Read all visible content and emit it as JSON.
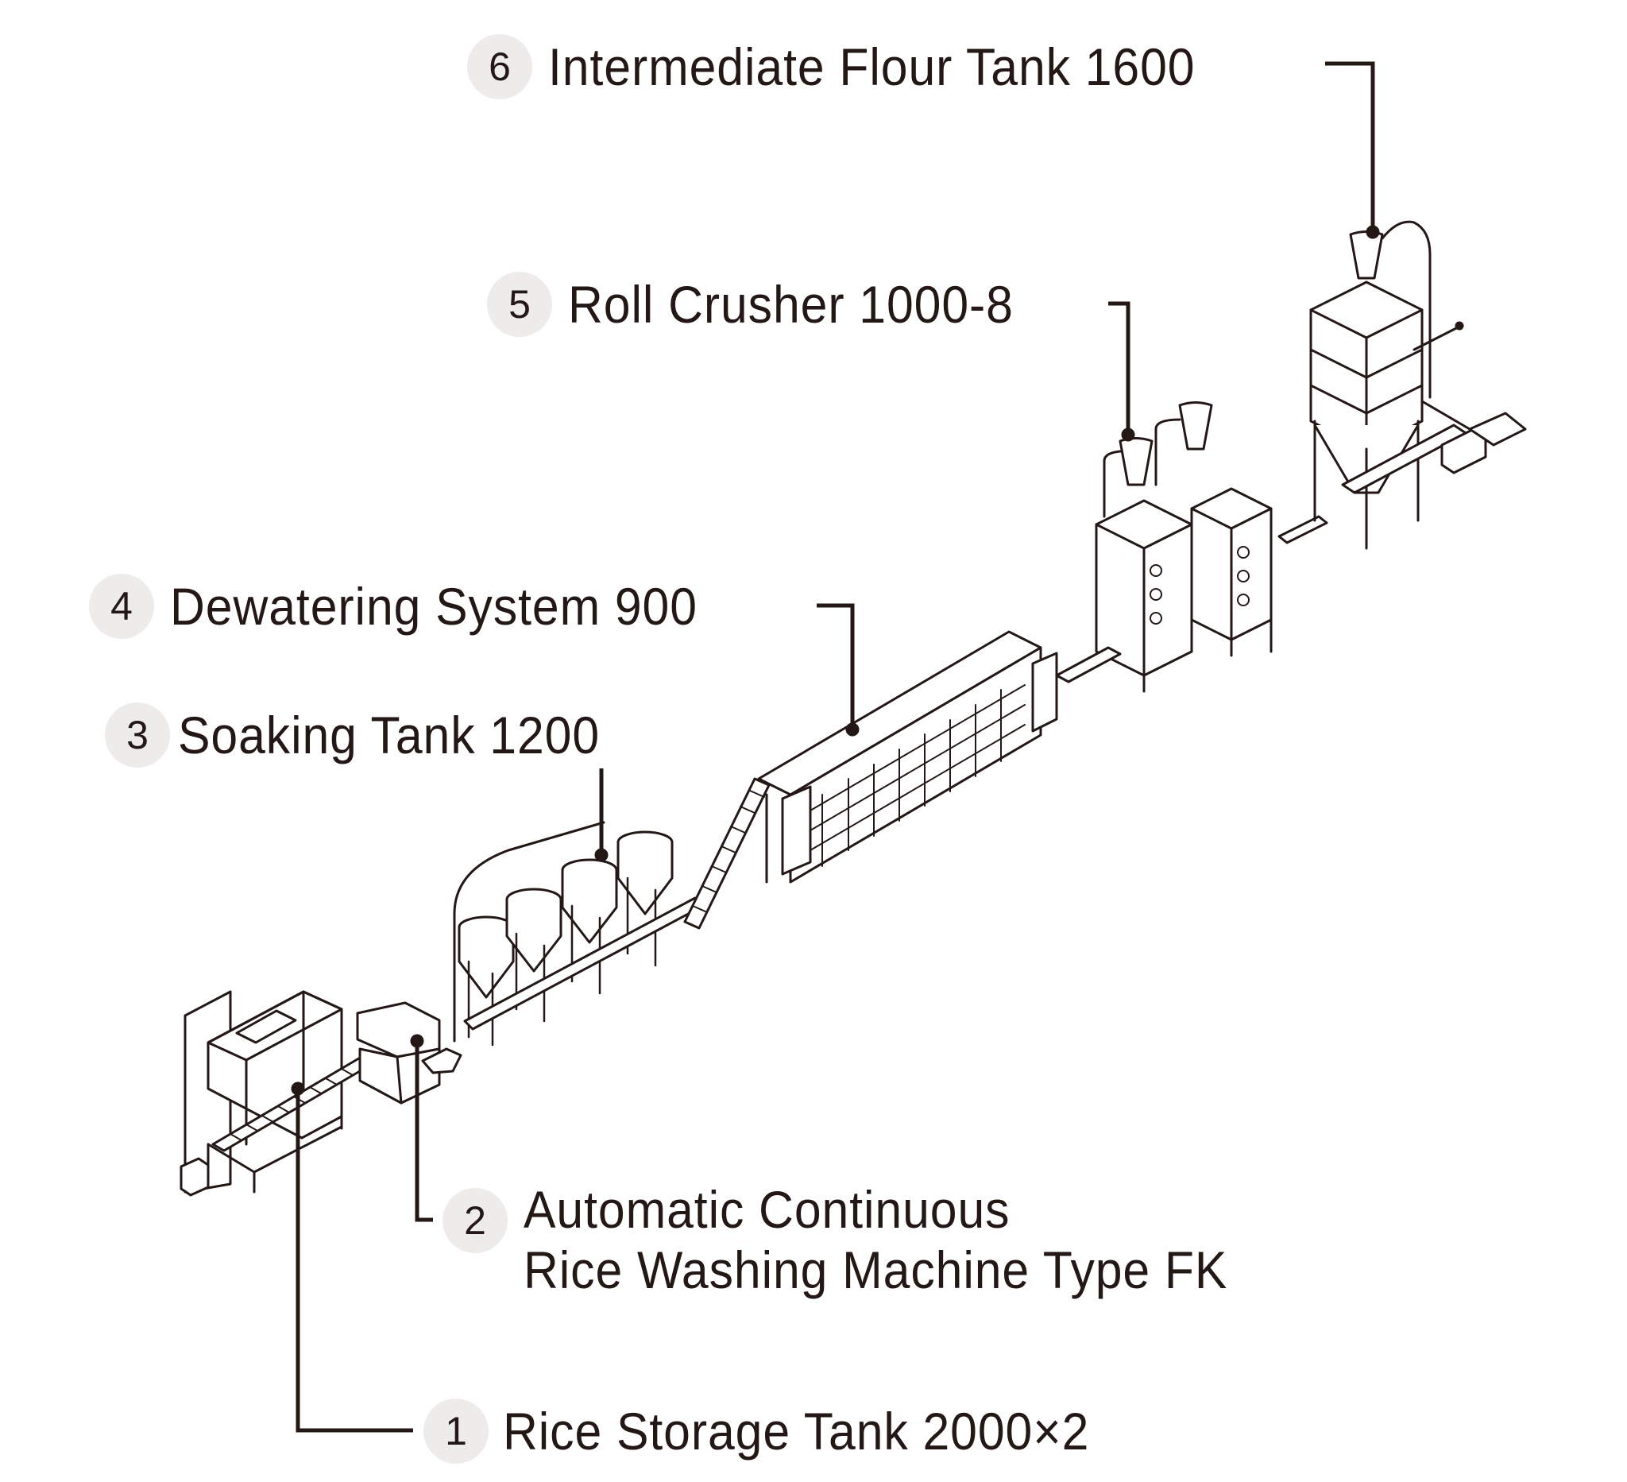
{
  "diagram": {
    "type": "process-flow-illustration",
    "subject": "Rice flour production line",
    "accent_color": "#231815",
    "badge_color": "#eeecea",
    "callouts": [
      {
        "number": "1",
        "lines": [
          "Rice Storage Tank 2000×2"
        ]
      },
      {
        "number": "2",
        "lines": [
          "Automatic Continuous",
          "Rice Washing Machine Type FK"
        ]
      },
      {
        "number": "3",
        "lines": [
          "Soaking Tank 1200"
        ]
      },
      {
        "number": "4",
        "lines": [
          "Dewatering System 900"
        ]
      },
      {
        "number": "5",
        "lines": [
          "Roll Crusher 1000-8"
        ]
      },
      {
        "number": "6",
        "lines": [
          "Intermediate Flour Tank 1600"
        ]
      }
    ],
    "flow_order": [
      "1",
      "2",
      "3",
      "4",
      "5",
      "6"
    ]
  }
}
